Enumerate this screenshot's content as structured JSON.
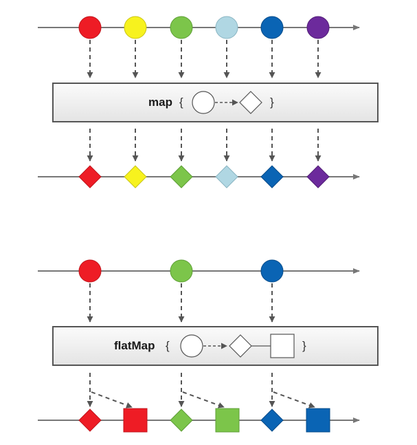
{
  "colors": {
    "red": "#ee1c25",
    "yellow": "#f7f21e",
    "green": "#7cc54a",
    "lightblue": "#b0d7e3",
    "blue": "#0a64b4",
    "purple": "#6c2a9c",
    "line": "#777777",
    "arrow": "#555555",
    "box_border": "#555555"
  },
  "map_diagram": {
    "operator": "map",
    "open_brace": "{",
    "close_brace": "}",
    "input_marbles": [
      "red-circle",
      "yellow-circle",
      "green-circle",
      "lightblue-circle",
      "blue-circle",
      "purple-circle"
    ],
    "output_marbles": [
      "red-diamond",
      "yellow-diamond",
      "green-diamond",
      "lightblue-diamond",
      "blue-diamond",
      "purple-diamond"
    ]
  },
  "flatmap_diagram": {
    "operator": "flatMap",
    "open_brace": "{",
    "close_brace": "}",
    "input_marbles": [
      "red-circle",
      "green-circle",
      "blue-circle"
    ],
    "output_marbles": [
      "red-diamond",
      "red-square",
      "green-diamond",
      "green-square",
      "blue-diamond",
      "blue-square"
    ]
  }
}
